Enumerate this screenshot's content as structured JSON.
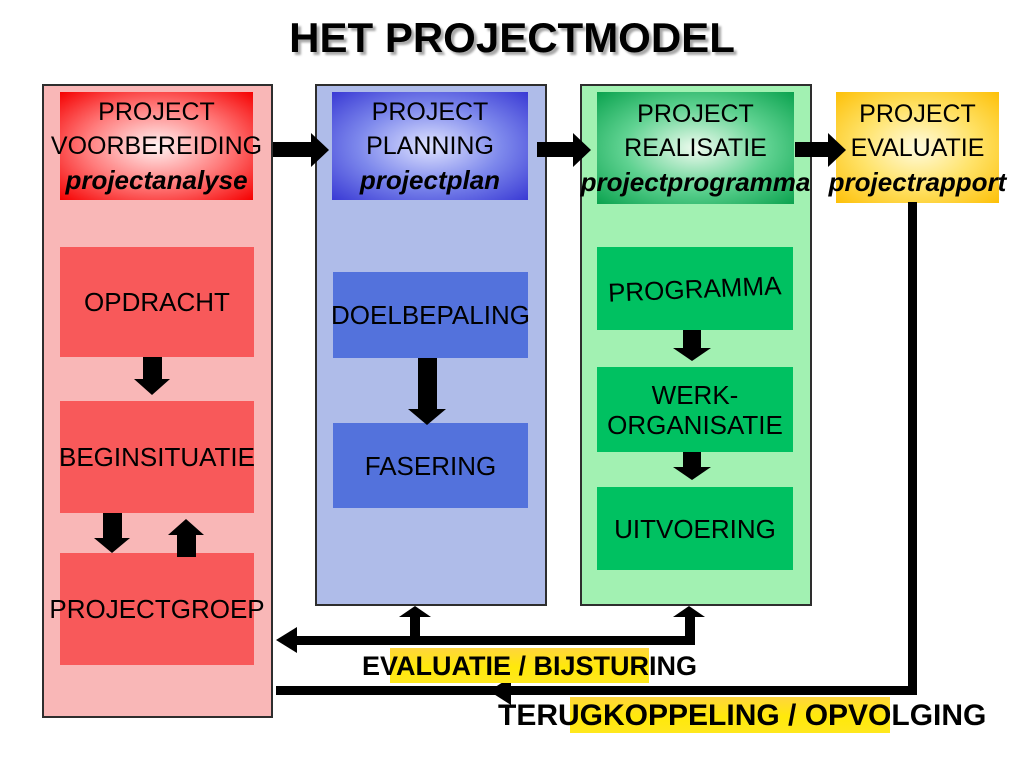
{
  "title": "HET PROJECTMODEL",
  "columns": [
    {
      "id": "voorbereiding",
      "header": {
        "line1": "PROJECT",
        "line2": "VOORBEREIDING",
        "sub": "projectanalyse"
      },
      "boxes": [
        {
          "lines": [
            "OPDRACHT"
          ]
        },
        {
          "lines": [
            "BEGINSITUATIE"
          ]
        },
        {
          "lines": [
            "PROJECTGROEP"
          ]
        }
      ]
    },
    {
      "id": "planning",
      "header": {
        "line1": "PROJECT",
        "line2": "PLANNING",
        "sub": "projectplan"
      },
      "boxes": [
        {
          "lines": [
            "DOELBEPALING"
          ]
        },
        {
          "lines": [
            "FASERING"
          ]
        }
      ]
    },
    {
      "id": "realisatie",
      "header": {
        "line1": "PROJECT",
        "line2": "REALISATIE",
        "sub": "projectprogramma"
      },
      "boxes": [
        {
          "lines": [
            "PROGRAMMA"
          ]
        },
        {
          "lines": [
            "WERK-",
            "ORGANISATIE"
          ]
        },
        {
          "lines": [
            "UITVOERING"
          ]
        }
      ]
    },
    {
      "id": "evaluatie",
      "header": {
        "line1": "PROJECT",
        "line2": "EVALUATIE",
        "sub": "projectrapport"
      },
      "boxes": []
    }
  ],
  "feedback_labels": {
    "evaluatie": "EVALUATIE / BIJSTURING",
    "terugkoppeling": "TERUGKOPPELING / OPVOLGING"
  },
  "colors": {
    "red_column_bg": "#F9B7B7",
    "red_box": "#F8595A",
    "red_header_edge": "#F50000",
    "blue_column_bg": "#AFBCE9",
    "blue_box": "#5372DC",
    "blue_header_edge": "#3939D4",
    "green_column_bg": "#A2F1B2",
    "green_box": "#00C161",
    "green_header_edge": "#0AA24E",
    "yellow_header_edge": "#FDC008",
    "highlight_yellow": "#FFE81F",
    "line_black": "#000000"
  }
}
